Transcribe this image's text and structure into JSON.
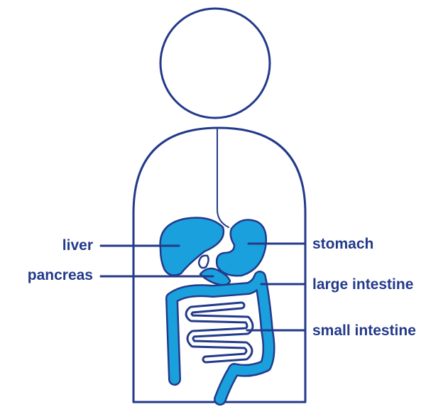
{
  "diagram": {
    "colors": {
      "outline": "#233a8a",
      "organ": "#1aa0dc",
      "background": "#ffffff"
    },
    "labels": {
      "liver": "liver",
      "pancreas": "pancreas",
      "stomach": "stomach",
      "large_intestine": "large intestine",
      "small_intestine": "small intestine"
    }
  }
}
